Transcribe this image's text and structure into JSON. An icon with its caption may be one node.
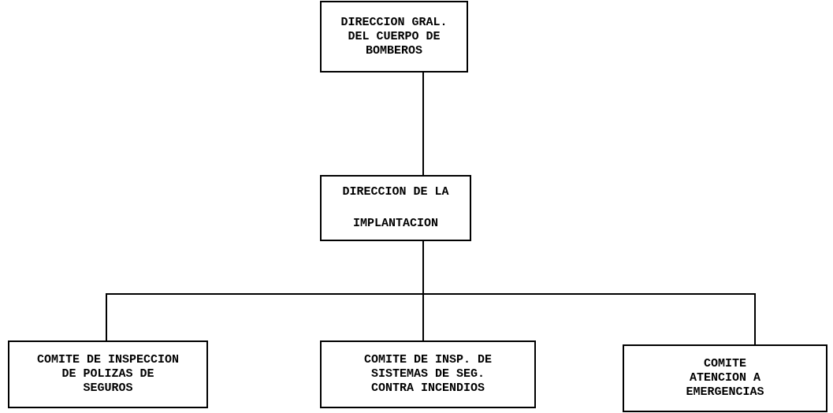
{
  "diagram": {
    "nodes": [
      {
        "text": [
          "DIRECCION GRAL. DEL CUERPO DE BOMBEROS"
        ]
      },
      {
        "text": [
          "DIRECCION DE LA IMPLANTACION"
        ]
      },
      {
        "text": [
          "COMITE DE INSPECCION DE POLIZAS DE SEGUROS"
        ]
      },
      {
        "text": [
          "COMITE DE INSP. DE SISTEMAS DE SEG. CONTRA INCENDIOS"
        ]
      },
      {
        "text": [
          "COMITE ATENCION A EMERGENCIAS"
        ]
      }
    ],
    "edges": [
      {
        "from": 0,
        "to": 1,
        "arrow": "none"
      },
      {
        "from": 1,
        "to": 2,
        "arrow": "none"
      },
      {
        "from": 1,
        "to": 3,
        "arrow": "none"
      },
      {
        "from": 1,
        "to": 4,
        "arrow": "none"
      }
    ]
  }
}
